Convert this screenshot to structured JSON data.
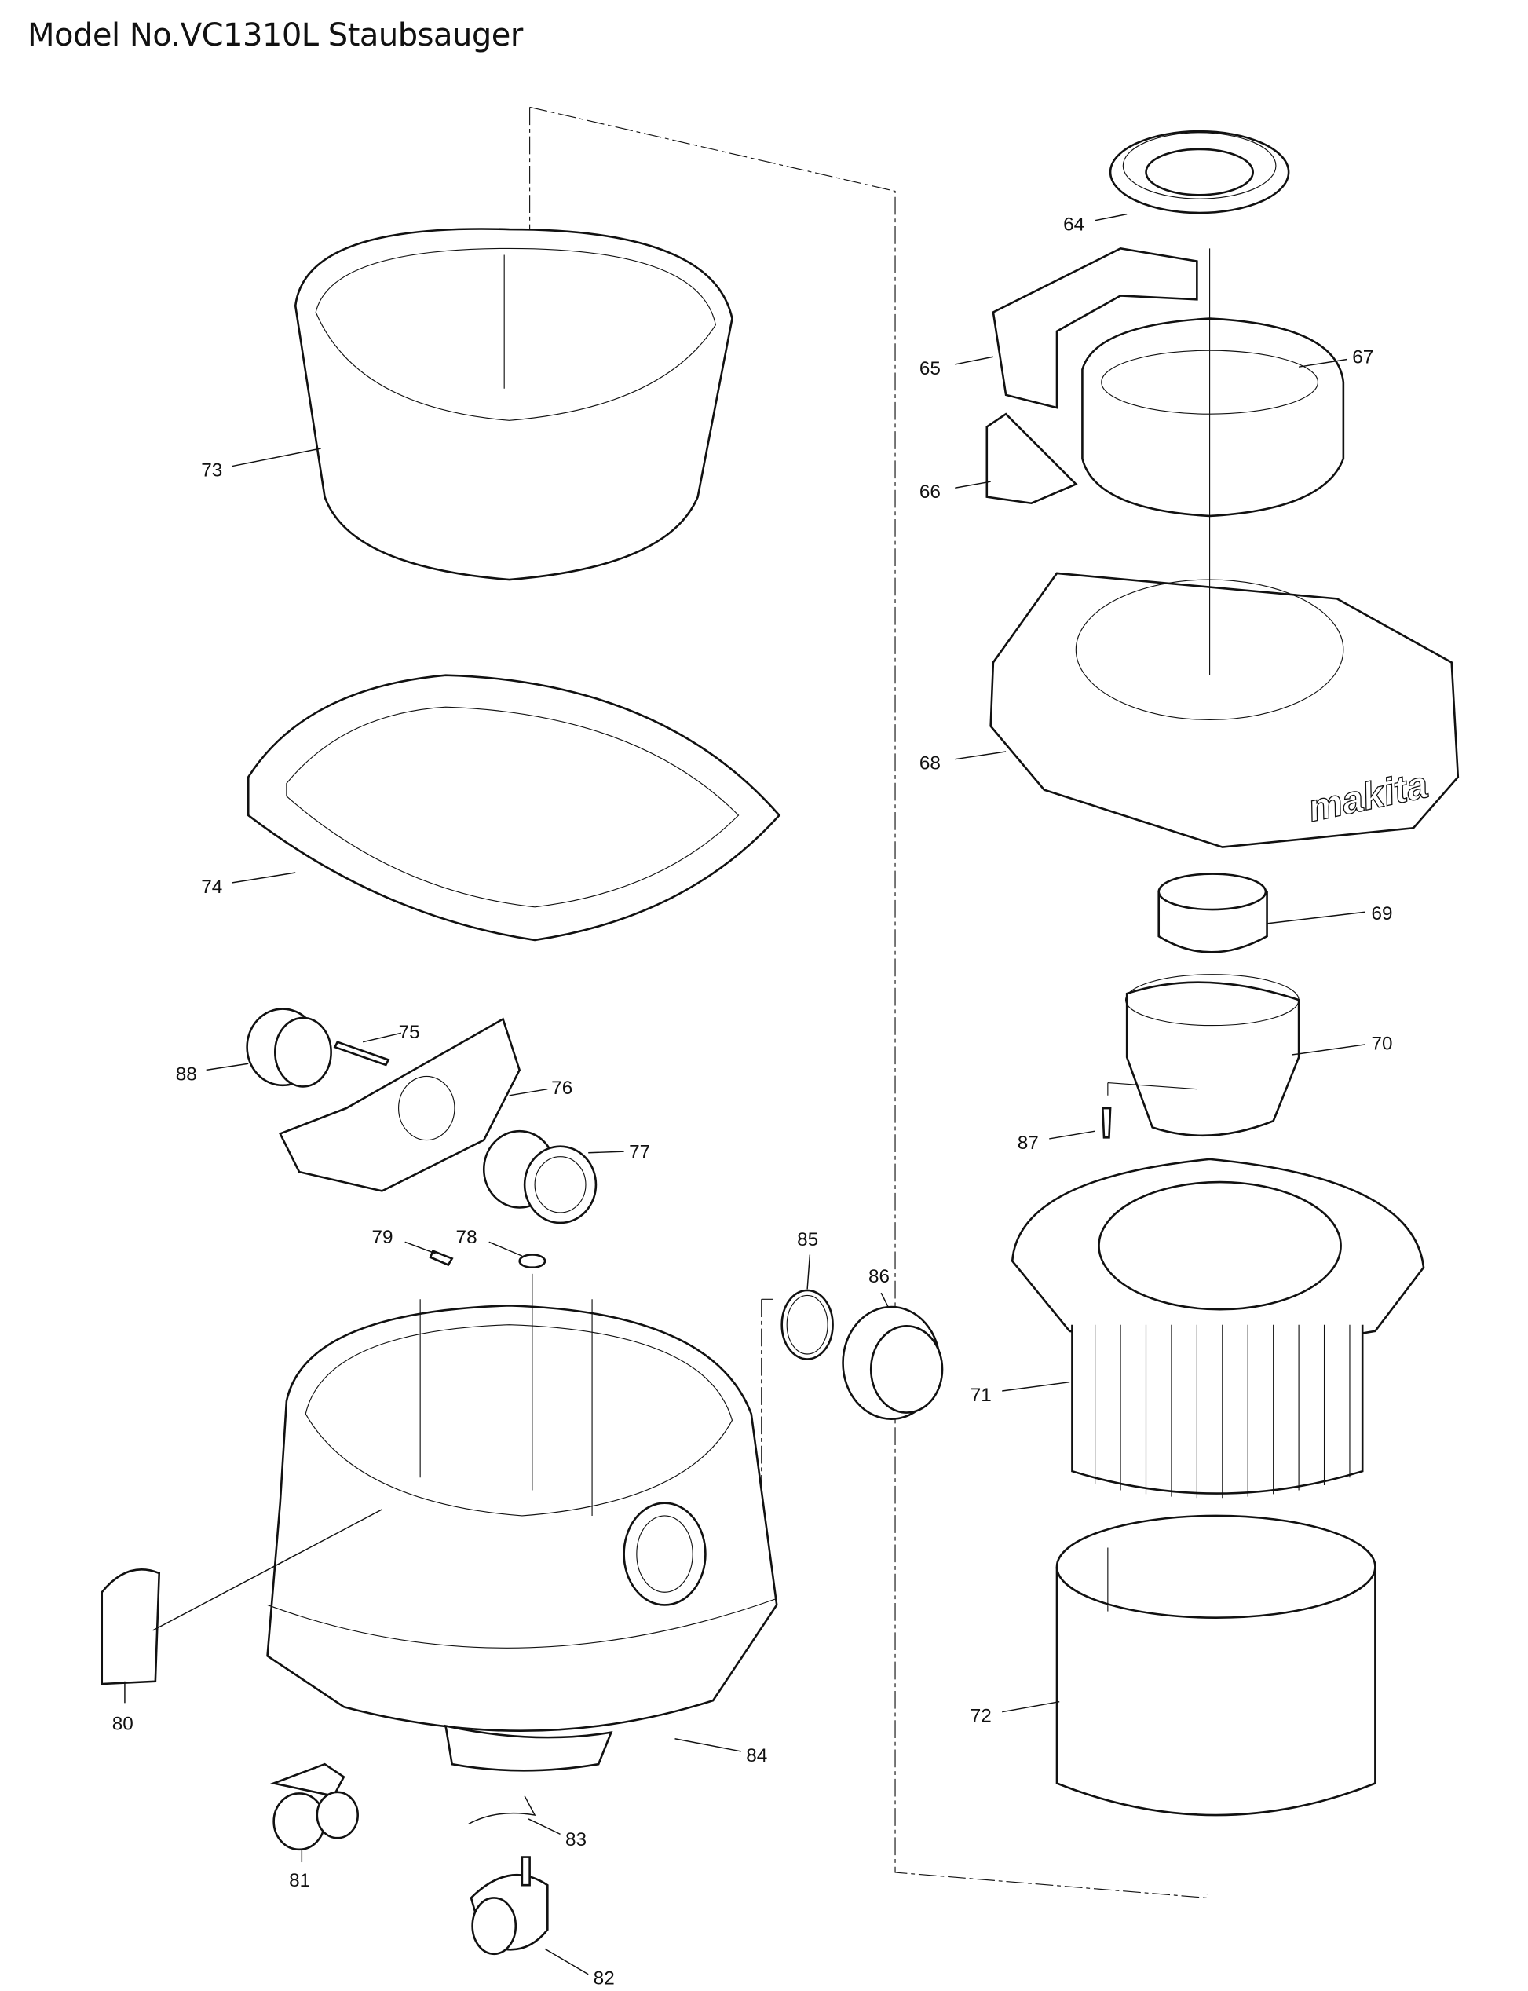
{
  "title": "Model No.VC1310L Staubsauger",
  "parts": {
    "p64": "64",
    "p65": "65",
    "p66": "66",
    "p67": "67",
    "p68": "68",
    "p69": "69",
    "p70": "70",
    "p71": "71",
    "p72": "72",
    "p73": "73",
    "p74": "74",
    "p75": "75",
    "p76": "76",
    "p77": "77",
    "p78": "78",
    "p79": "79",
    "p80": "80",
    "p81": "81",
    "p82": "82",
    "p83": "83",
    "p84": "84",
    "p85": "85",
    "p86": "86",
    "p87": "87",
    "p88": "88"
  },
  "logo_text": "makita"
}
